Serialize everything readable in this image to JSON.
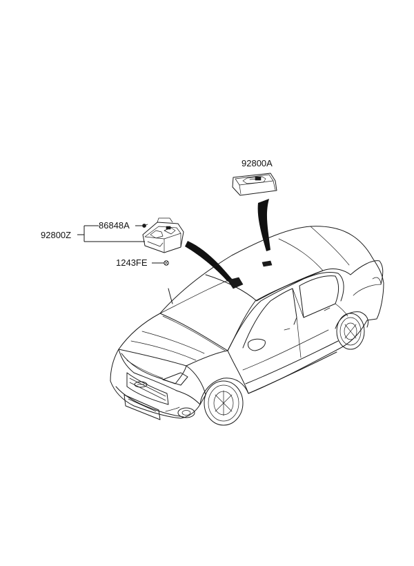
{
  "diagram": {
    "labels": {
      "dome_lamp": "92800A",
      "overhead_console_lamp": "92800Z",
      "sub_part": "86848A",
      "screw": "1243FE"
    },
    "colors": {
      "line": "#1a1a1a",
      "background": "#ffffff"
    }
  }
}
